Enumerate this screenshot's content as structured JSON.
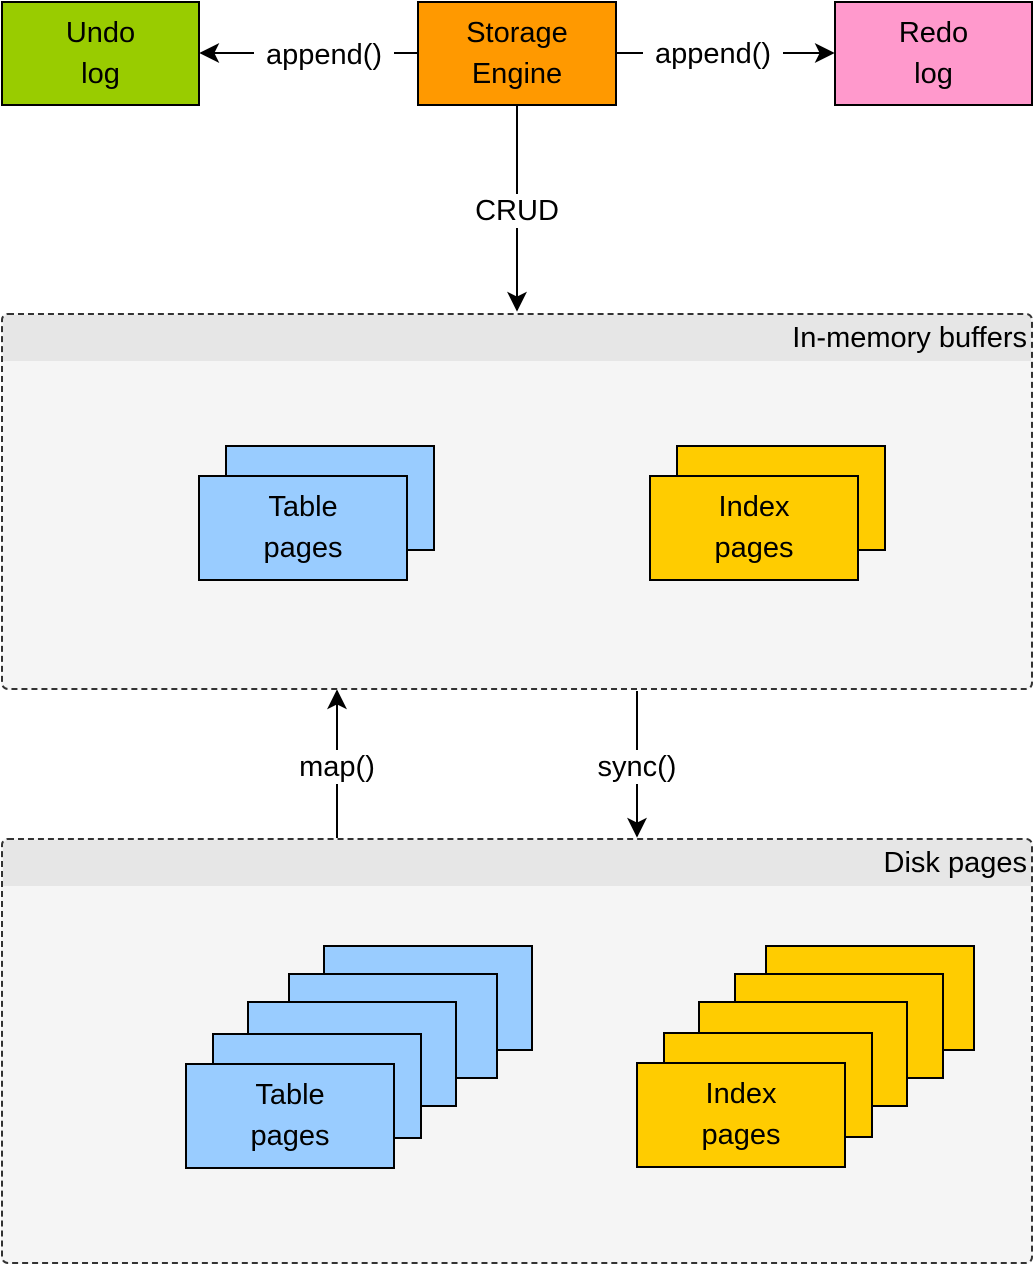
{
  "nodes": {
    "undo_log": {
      "line1": "Undo",
      "line2": "log",
      "color": "#99cc00"
    },
    "storage_engine": {
      "line1": "Storage",
      "line2": "Engine",
      "color": "#ff9900"
    },
    "redo_log": {
      "line1": "Redo",
      "line2": "log",
      "color": "#ff99cc"
    }
  },
  "edges": {
    "append_left": "append()",
    "append_right": "append()",
    "crud": "CRUD",
    "map": "map()",
    "sync": "sync()"
  },
  "memory": {
    "title": "In-memory buffers",
    "table_pages": {
      "line1": "Table",
      "line2": "pages",
      "color": "#99ccff"
    },
    "index_pages": {
      "line1": "Index",
      "line2": "pages",
      "color": "#ffcc00"
    }
  },
  "disk": {
    "title": "Disk pages",
    "table_pages": {
      "line1": "Table",
      "line2": "pages",
      "color": "#99ccff"
    },
    "index_pages": {
      "line1": "Index",
      "line2": "pages",
      "color": "#ffcc00"
    }
  }
}
